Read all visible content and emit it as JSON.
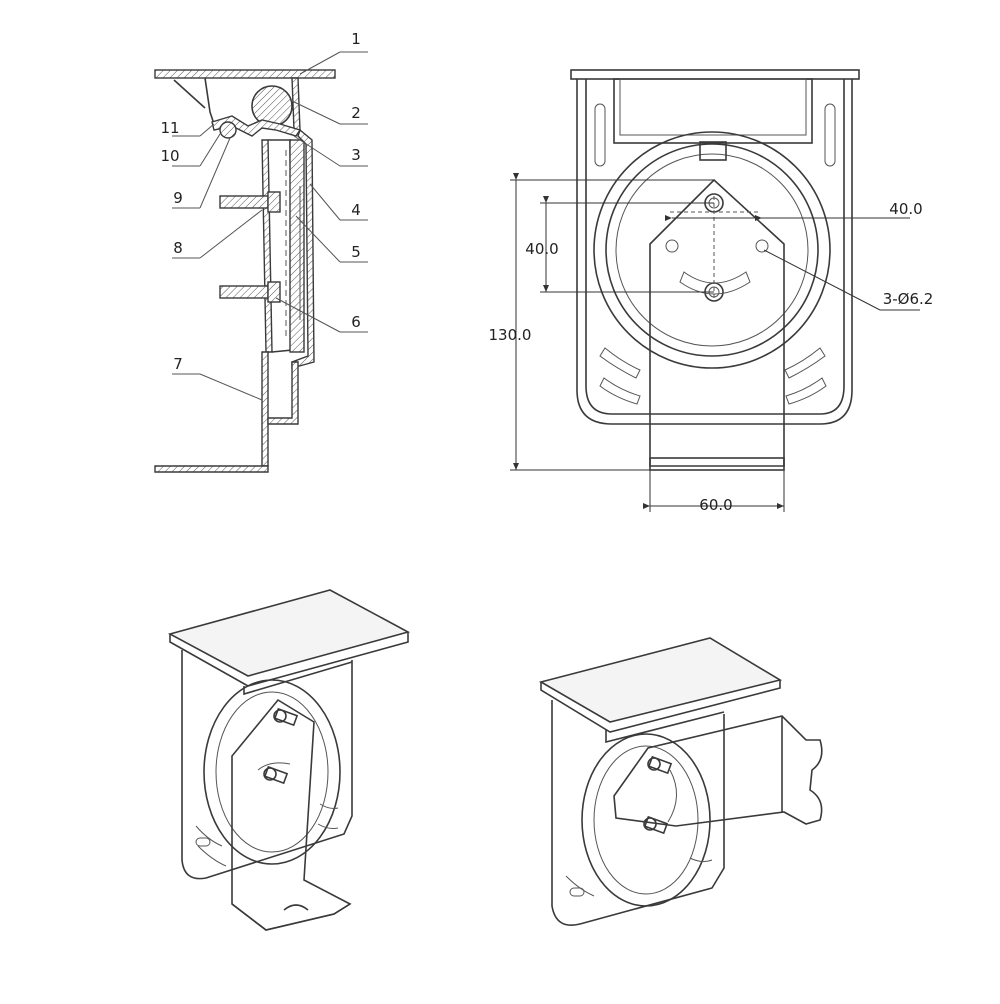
{
  "callouts": [
    {
      "id": "1",
      "text": "1"
    },
    {
      "id": "2",
      "text": "2"
    },
    {
      "id": "3",
      "text": "3"
    },
    {
      "id": "4",
      "text": "4"
    },
    {
      "id": "5",
      "text": "5"
    },
    {
      "id": "6",
      "text": "6"
    },
    {
      "id": "7",
      "text": "7"
    },
    {
      "id": "8",
      "text": "8"
    },
    {
      "id": "9",
      "text": "9"
    },
    {
      "id": "10",
      "text": "10"
    },
    {
      "id": "11",
      "text": "11"
    }
  ],
  "dimensions": {
    "hole_spacing_h": "40.0",
    "hole_spacing_v": "40.0",
    "total_height": "130.0",
    "arm_width": "60.0",
    "holes": "3-Ø6.2"
  }
}
